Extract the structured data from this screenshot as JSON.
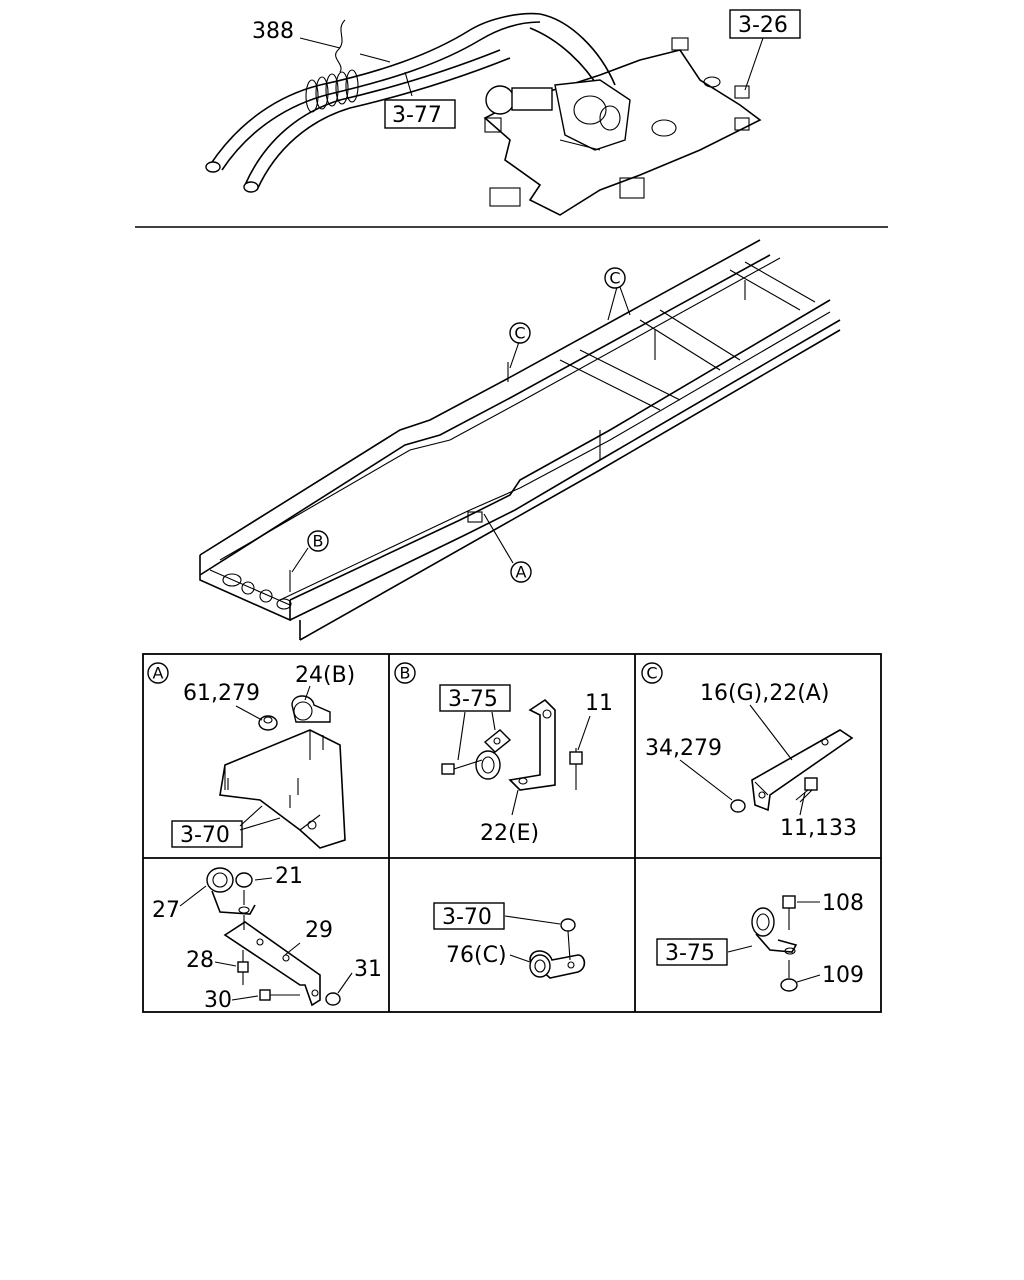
{
  "top_section": {
    "part_388": "388",
    "ref_3_26": "3-26",
    "ref_3_77": "3-77"
  },
  "frame_section": {
    "callout_a": "A",
    "callout_b": "B",
    "callout_c_left": "C",
    "callout_c_right": "C"
  },
  "detail_panels": {
    "panel_a": {
      "letter": "A",
      "label_nut": "61,279",
      "label_clip": "24(B)",
      "ref": "3-70"
    },
    "panel_b": {
      "letter": "B",
      "ref": "3-75",
      "label_bolt": "11",
      "label_bracket": "22(E)"
    },
    "panel_c": {
      "letter": "C",
      "label_bracket": "16(G),22(A)",
      "label_nut": "34,279",
      "label_bolt": "11,133"
    },
    "panel_d": {
      "label_clip": "27",
      "label_nut_top": "21",
      "label_bracket": "29",
      "label_bolt_28": "28",
      "label_bolt_30": "30",
      "label_nut_31": "31"
    },
    "panel_e": {
      "ref": "3-70",
      "label_clip": "76(C)"
    },
    "panel_f": {
      "label_bolt": "108",
      "ref": "3-75",
      "label_nut": "109"
    }
  }
}
